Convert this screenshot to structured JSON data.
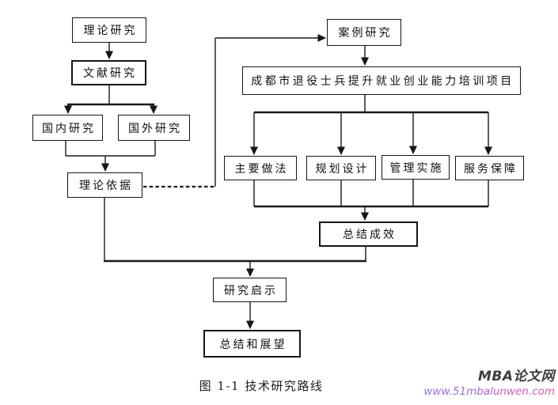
{
  "diagram": {
    "nodes": {
      "theory_research": {
        "label": "理论研究"
      },
      "literature_research": {
        "label": "文献研究"
      },
      "domestic_research": {
        "label": "国内研究"
      },
      "foreign_research": {
        "label": "国外研究"
      },
      "theoretical_basis": {
        "label": "理论依据"
      },
      "case_study": {
        "label": "案例研究"
      },
      "training_project": {
        "label": "成都市退役士兵提升就业创业能力培训项目"
      },
      "main_practices": {
        "label": "主要做法"
      },
      "planning_design": {
        "label": "规划设计"
      },
      "management_implementation": {
        "label": "管理实施"
      },
      "service_guarantee": {
        "label": "服务保障"
      },
      "summary_results": {
        "label": "总结成效"
      },
      "research_insights": {
        "label": "研究启示"
      },
      "summary_outlook": {
        "label": "总结和展望"
      }
    },
    "caption": "图 1-1 技术研究路线",
    "line_color": "#1a1a1a",
    "box_border_color": "#161616",
    "background_color": "#ffffff"
  },
  "watermark": {
    "site_name": "MBA论文网",
    "url": "www.51mbalunwen.com",
    "site_name_color": "#3d3d3d",
    "url_gradient": [
      "#e75fc3",
      "#8f6ce0",
      "#ef4fb1"
    ]
  }
}
